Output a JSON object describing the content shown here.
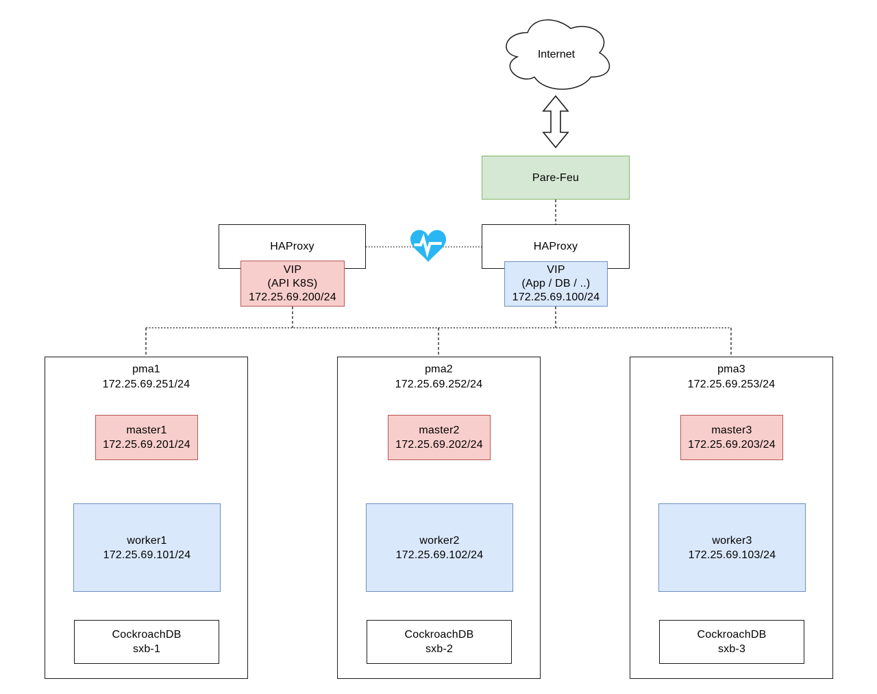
{
  "colors": {
    "firewall_fill": "#d5e8d4",
    "firewall_border": "#82b366",
    "master_fill": "#f8cecc",
    "master_border": "#b85450",
    "worker_fill": "#dae8fc",
    "worker_border": "#6c8ebf",
    "heartbeat_icon": "#29b6f2",
    "line": "#444444"
  },
  "internet": {
    "label": "Internet"
  },
  "firewall": {
    "label": "Pare-Feu"
  },
  "haproxy_left": {
    "label": "HAProxy"
  },
  "haproxy_right": {
    "label": "HAProxy"
  },
  "vip_left": {
    "title": "VIP",
    "scope": "(API K8S)",
    "ip": "172.25.69.200/24"
  },
  "vip_right": {
    "title": "VIP",
    "scope": "(App / DB / ..)",
    "ip": "172.25.69.100/24"
  },
  "nodes": [
    {
      "name": "pma1",
      "ip": "172.25.69.251/24",
      "master": {
        "name": "master1",
        "ip": "172.25.69.201/24"
      },
      "worker": {
        "name": "worker1",
        "ip": "172.25.69.101/24"
      },
      "db": {
        "name": "CockroachDB",
        "instance": "sxb-1"
      }
    },
    {
      "name": "pma2",
      "ip": "172.25.69.252/24",
      "master": {
        "name": "master2",
        "ip": "172.25.69.202/24"
      },
      "worker": {
        "name": "worker2",
        "ip": "172.25.69.102/24"
      },
      "db": {
        "name": "CockroachDB",
        "instance": "sxb-2"
      }
    },
    {
      "name": "pma3",
      "ip": "172.25.69.253/24",
      "master": {
        "name": "master3",
        "ip": "172.25.69.203/24"
      },
      "worker": {
        "name": "worker3",
        "ip": "172.25.69.103/24"
      },
      "db": {
        "name": "CockroachDB",
        "instance": "sxb-3"
      }
    }
  ]
}
